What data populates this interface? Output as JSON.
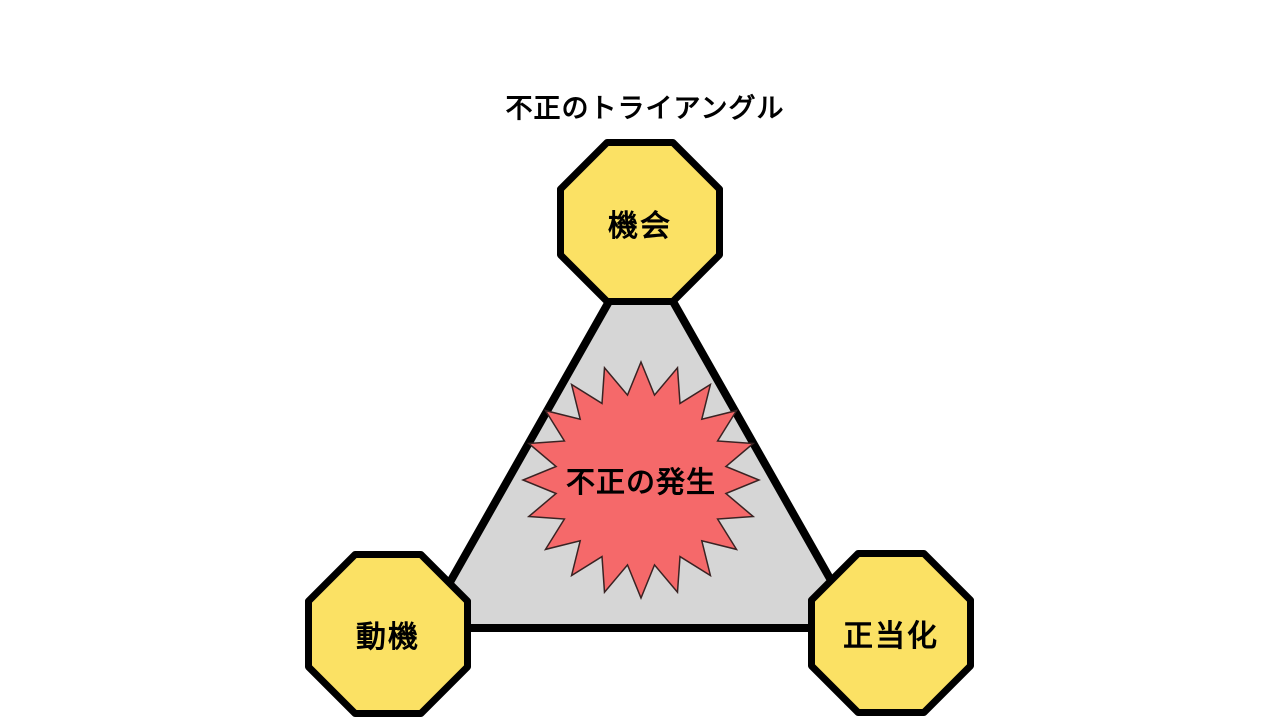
{
  "title": "不正のトライアングル",
  "diagram": {
    "center_burst": {
      "label": "不正の発生"
    },
    "nodes": [
      {
        "position": "top",
        "label": "機会"
      },
      {
        "position": "bottom-left",
        "label": "動機"
      },
      {
        "position": "bottom-right",
        "label": "正当化"
      }
    ],
    "colors": {
      "background": "#FFFFFF",
      "node_fill": "#FBE164",
      "node_stroke": "#000000",
      "triangle_fill": "#D6D6D6",
      "triangle_stroke": "#000000",
      "burst_fill": "#F5696A",
      "burst_stroke": "#3A2323",
      "text": "#000000"
    }
  }
}
